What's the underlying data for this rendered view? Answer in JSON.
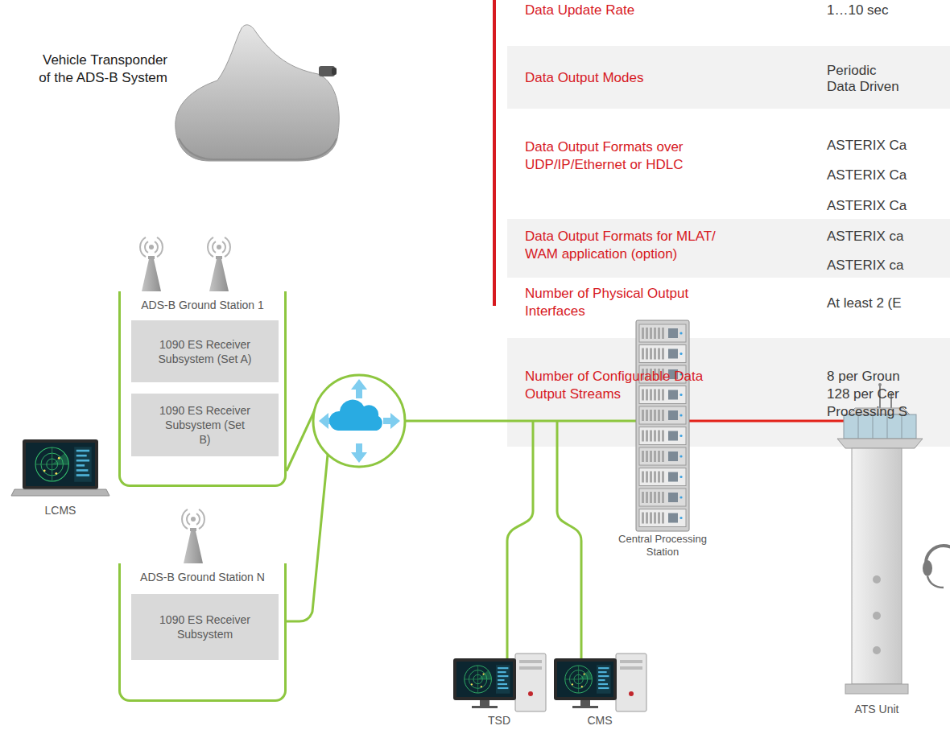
{
  "diagram": {
    "nodes": [
      {
        "text": [
          "ADS-B Ground Station 1"
        ]
      },
      {
        "text": [
          "1090 ES Receiver Subsystem (Set A)"
        ],
        "in": 0
      },
      {
        "text": [
          "1090 ES Receiver Subsystem (Set B)"
        ],
        "in": 0
      },
      {
        "text": [
          "ADS-B Ground Station N"
        ]
      },
      {
        "text": [
          "1090 ES Receiver Subsystem"
        ],
        "in": 3
      }
    ],
    "labels": [
      "Vehicle Transponder of the ADS-B System",
      "Data Update Rate",
      "1…10 sec",
      "Data Output Modes",
      "Periodic",
      "Data Driven",
      "Data Output Formats over UDP/IP/Ethernet or HDLC",
      "ASTERIX Ca",
      "ASTERIX Ca",
      "ASTERIX Ca",
      "Data Output Formats for MLAT/ WAM application (option)",
      "ASTERIX ca",
      "ASTERIX ca",
      "Number of Physical Output Interfaces",
      "At least 2 (E",
      "Number of Configurable Data Output Streams",
      "8 per Groun",
      "128 per Cer",
      "Processing S",
      "LCMS",
      "Central Processing Station",
      "TSD",
      "CMS",
      "ATS Unit"
    ]
  }
}
